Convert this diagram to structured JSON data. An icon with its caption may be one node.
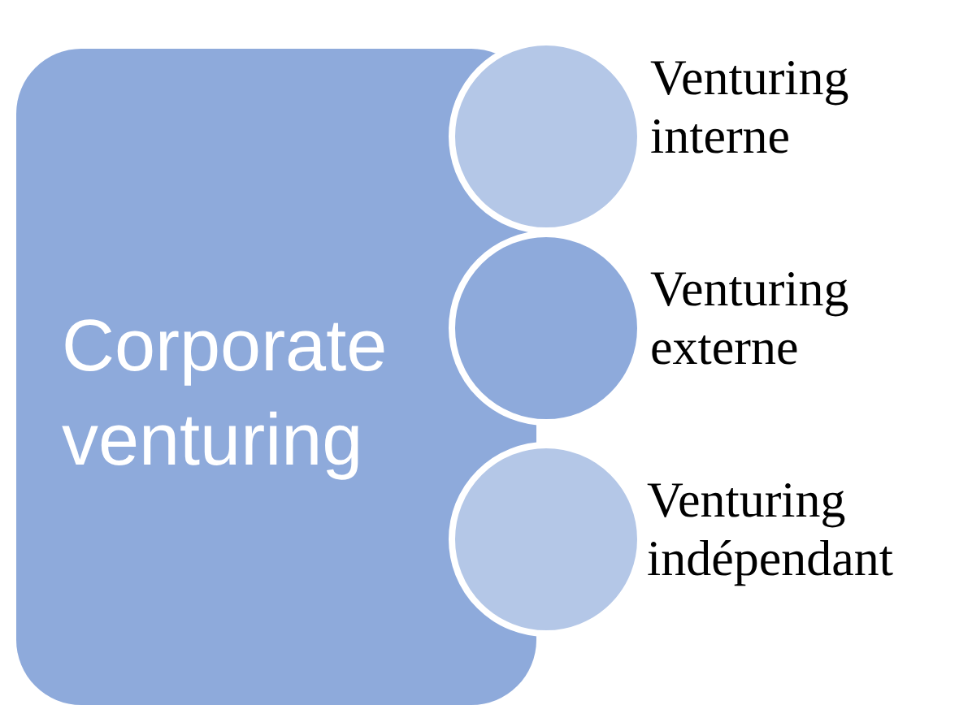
{
  "diagram": {
    "nodes": [
      {
        "text": [
          "Corporate venturing"
        ]
      },
      {
        "text": [
          "Venturing interne"
        ]
      },
      {
        "text": [
          "Venturing externe"
        ]
      },
      {
        "text": [
          "Venturing indépendant"
        ]
      }
    ]
  }
}
